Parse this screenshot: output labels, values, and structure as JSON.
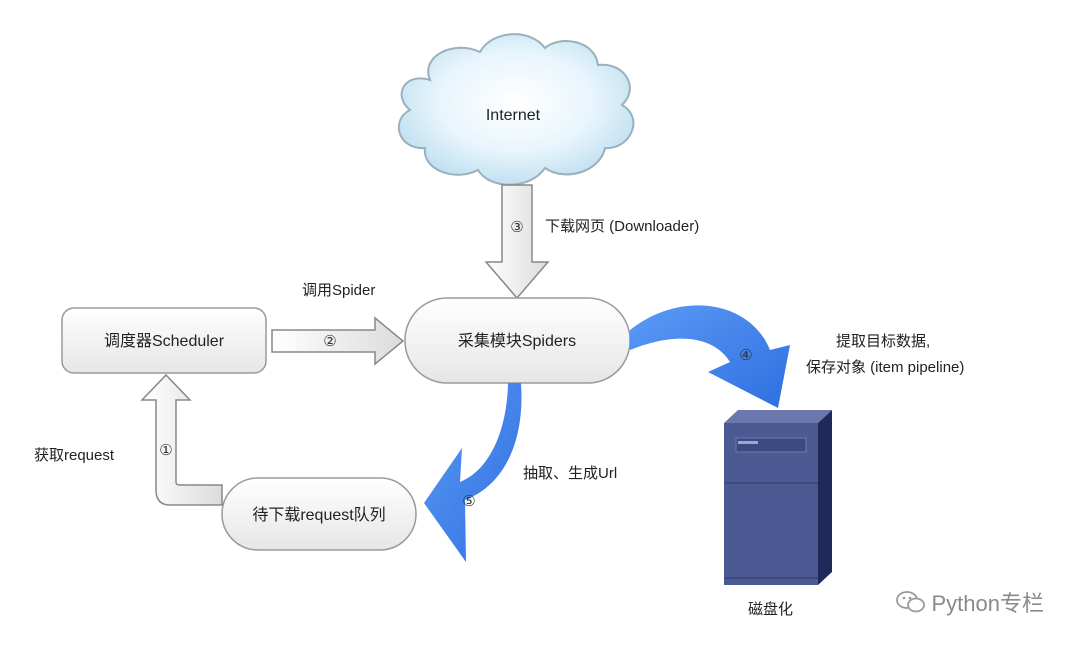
{
  "cloud": {
    "label": "Internet"
  },
  "nodes": {
    "scheduler": "调度器Scheduler",
    "spiders": "采集模块Spiders",
    "queue": "待下载request队列",
    "disk": "磁盘化"
  },
  "steps": {
    "s1": {
      "num": "①",
      "label": "获取request"
    },
    "s2": {
      "num": "②",
      "label": "调用Spider"
    },
    "s3": {
      "num": "③",
      "label": "下载网页 (Downloader)"
    },
    "s4": {
      "num": "④",
      "label_line1": "提取目标数据,",
      "label_line2": "保存对象 (item pipeline)"
    },
    "s5": {
      "num": "⑤",
      "label": "抽取、生成Url"
    }
  },
  "watermark": "Python专栏",
  "colors": {
    "box_fill": "#f2f2f2",
    "box_stroke": "#9a9a9a",
    "blue_arrow": "#3d82f0",
    "cloud_fill": "#d6ecf8",
    "cloud_stroke": "#9ab0bd",
    "server_front": "#4b5a93",
    "server_side": "#1f2a5a"
  }
}
